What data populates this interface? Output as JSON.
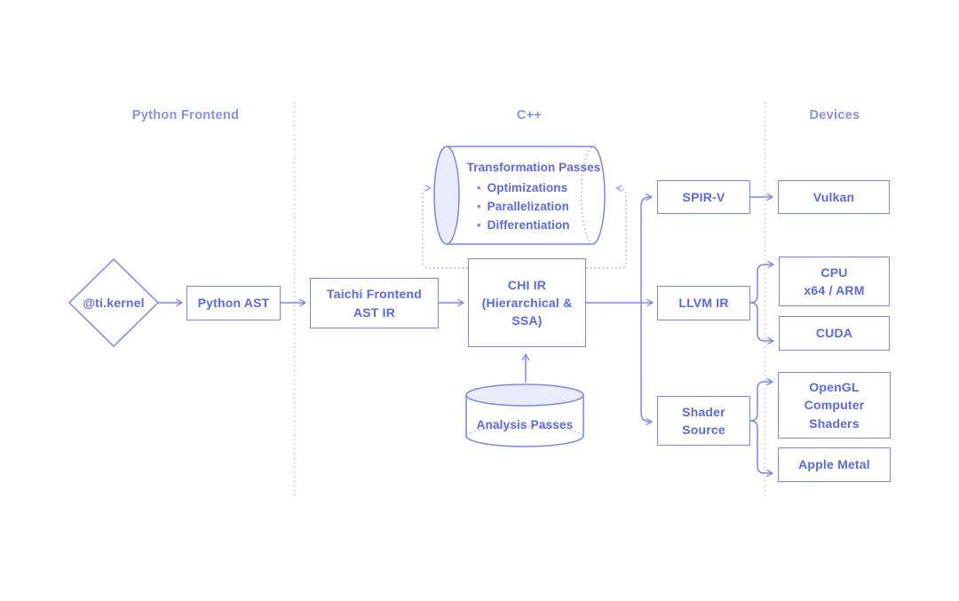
{
  "sections": {
    "left": "Python Frontend",
    "middle": "C++",
    "right": "Devices"
  },
  "nodes": {
    "ti_kernel": "@ti.kernel",
    "python_ast": "Python AST",
    "taichi_frontend": "Taichi Frontend\nAST IR",
    "chi_ir": "CHI IR\n(Hierarchical &\nSSA)",
    "transformation_title": "Transformation Passes",
    "transformation_bullets": [
      "Optimizations",
      "Parallelization",
      "Differentiation"
    ],
    "bullet_glyph": "•",
    "analysis_passes": "Analysis Passes",
    "spir_v": "SPIR-V",
    "llvm_ir": "LLVM IR",
    "shader_source": "Shader\nSource",
    "vulkan": "Vulkan",
    "cpu": "CPU\nx64 / ARM",
    "cuda": "CUDA",
    "opengl": "OpenGL\nComputer\nShaders",
    "apple_metal": "Apple Metal"
  },
  "colors": {
    "stroke": "#7c87e8",
    "node_text": "#5a69e4",
    "section_header_text": "#8791ea",
    "cylinder_fill": "#e9ecfb",
    "dotted_loop": "#98a2ee",
    "divider_dots": "#bcc5f3",
    "background": "#ffffff"
  }
}
